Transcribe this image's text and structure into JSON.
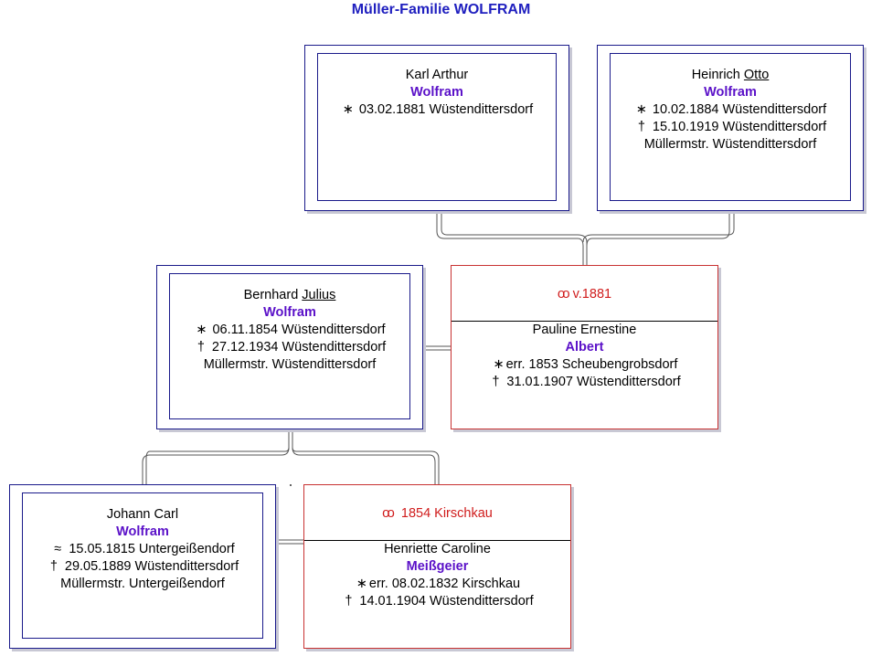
{
  "title": "Müller-Familie WOLFRAM",
  "persons": {
    "karl": {
      "given": "Karl Arthur",
      "surname": "Wolfram",
      "birth": "03.02.1881 Wüstendittersdorf"
    },
    "heinrich": {
      "given_pre": "Heinrich ",
      "given_call": "Otto",
      "surname": "Wolfram",
      "birth": "10.02.1884 Wüstendittersdorf",
      "death": "15.10.1919 Wüstendittersdorf",
      "occupation": "Müllermstr. Wüstendittersdorf"
    },
    "bernhard": {
      "given_pre": "Bernhard ",
      "given_call": "Julius",
      "surname": "Wolfram",
      "birth": "06.11.1854 Wüstendittersdorf",
      "death": "27.12.1934 Wüstendittersdorf",
      "occupation": "Müllermstr. Wüstendittersdorf"
    },
    "pauline": {
      "marriage": "v.1881",
      "given": "Pauline Ernestine",
      "surname": "Albert",
      "birth": "err. 1853 Scheubengrobsdorf",
      "death": "31.01.1907 Wüstendittersdorf"
    },
    "johann": {
      "given": "Johann Carl",
      "surname": "Wolfram",
      "baptism": "15.05.1815 Untergeißendorf",
      "death": "29.05.1889 Wüstendittersdorf",
      "occupation": "Müllermstr. Untergeißendorf"
    },
    "henriette": {
      "marriage": "1854 Kirschkau",
      "given": "Henriette Caroline",
      "surname": "Meißgeier",
      "birth": "err. 08.02.1832 Kirschkau",
      "death": "14.01.1904 Wüstendittersdorf"
    }
  },
  "symbols": {
    "birth": "∗",
    "death": "†",
    "baptism": "≈",
    "marriage": "oo"
  },
  "colors": {
    "title": "#1f1fbf",
    "surname": "#5a10c8",
    "person_frame": "#1a1a8a",
    "spouse_frame": "#c83232",
    "marriage_text": "#d01c1c"
  }
}
